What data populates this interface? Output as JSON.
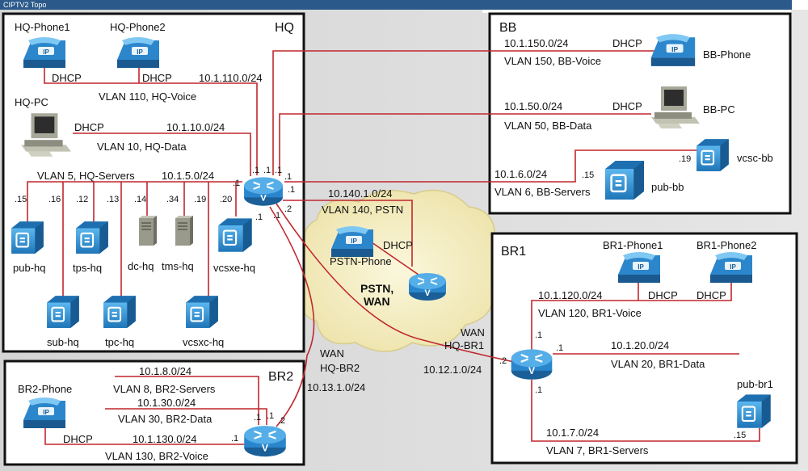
{
  "window_title": "CIPTV2 Topo",
  "colors": {
    "link": "#c0272d",
    "box": "#111111",
    "cloud": "#f5efc4",
    "device": "#2e8fd0",
    "router": "#2e8fd0"
  },
  "sites": {
    "hq": "HQ",
    "bb": "BB",
    "br1": "BR1",
    "br2": "BR2"
  },
  "hq": {
    "phone1": "HQ-Phone1",
    "phone2": "HQ-Phone2",
    "phone1_dhcp": "DHCP",
    "phone2_dhcp": "DHCP",
    "voice_subnet": "10.1.110.0/24",
    "voice_vlan": "VLAN 110, HQ-Voice",
    "pc": "HQ-PC",
    "pc_dhcp": "DHCP",
    "data_subnet": "10.1.10.0/24",
    "data_vlan": "VLAN 10, HQ-Data",
    "servers_vlan": "VLAN 5, HQ-Servers",
    "servers_subnet": "10.1.5.0/24",
    "servers": [
      {
        "name": "pub-hq",
        "ip": ".15"
      },
      {
        "name": "sub-hq",
        "ip": ".16"
      },
      {
        "name": "tps-hq",
        "ip": ".12"
      },
      {
        "name": "tpc-hq",
        "ip": ".13"
      },
      {
        "name": "dc-hq",
        "ip": ".14"
      },
      {
        "name": "tms-hq",
        "ip": ".34"
      },
      {
        "name": "vcsxc-hq",
        "ip": ".19"
      },
      {
        "name": "vcsxe-hq",
        "ip": ".20"
      }
    ],
    "router_ips": {
      "servers": ".1",
      "data": ".1",
      "voice": ".1",
      "bb_data": ".1",
      "bb_voice": ".1",
      "bb_servers": ".1",
      "pstn": ".1",
      "br2": ".1",
      "br1": ".2"
    }
  },
  "bb": {
    "voice_subnet": "10.1.150.0/24",
    "voice_vlan": "VLAN 150, BB-Voice",
    "phone_dhcp": "DHCP",
    "phone": "BB-Phone",
    "data_subnet": "10.1.50.0/24",
    "data_vlan": "VLAN 50, BB-Data",
    "pc_dhcp": "DHCP",
    "pc": "BB-PC",
    "servers_subnet": "10.1.6.0/24",
    "servers_vlan": "VLAN 6, BB-Servers",
    "pub": "pub-bb",
    "pub_ip": ".15",
    "vcsc": "vcsc-bb",
    "vcsc_ip": ".19"
  },
  "pstn": {
    "subnet": "10.140.1.0/24",
    "vlan": "VLAN 140, PSTN",
    "phone": "PSTN-Phone",
    "dhcp": "DHCP",
    "cloud_line1": "PSTN,",
    "cloud_line2": "WAN"
  },
  "br1": {
    "phone1": "BR1-Phone1",
    "phone2": "BR1-Phone2",
    "phone1_dhcp": "DHCP",
    "phone2_dhcp": "DHCP",
    "voice_subnet": "10.1.120.0/24",
    "voice_vlan": "VLAN 120, BR1-Voice",
    "data_subnet": "10.1.20.0/24",
    "data_vlan": "VLAN 20, BR1-Data",
    "servers_subnet": "10.1.7.0/24",
    "servers_vlan": "VLAN 7, BR1-Servers",
    "pub": "pub-br1",
    "pub_ip": ".15",
    "wan_label1": "WAN",
    "wan_label2": "HQ-BR1",
    "wan_subnet": "10.12.1.0/24",
    "router_ips": {
      "voice": ".1",
      "data": ".1",
      "servers": ".1",
      "wan": ".2"
    }
  },
  "br2": {
    "phone": "BR2-Phone",
    "phone_dhcp": "DHCP",
    "servers_subnet": "10.1.8.0/24",
    "servers_vlan": "VLAN 8, BR2-Servers",
    "data_subnet": "10.1.30.0/24",
    "data_vlan": "VLAN 30, BR2-Data",
    "voice_subnet": "10.1.130.0/24",
    "voice_vlan": "VLAN 130, BR2-Voice",
    "wan_label1": "WAN",
    "wan_label2": "HQ-BR2",
    "wan_subnet": "10.13.1.0/24",
    "router_ips": {
      "servers": ".1",
      "data": ".1",
      "wan": ".2",
      "voice": ".1"
    }
  },
  "router_glyph": "V"
}
